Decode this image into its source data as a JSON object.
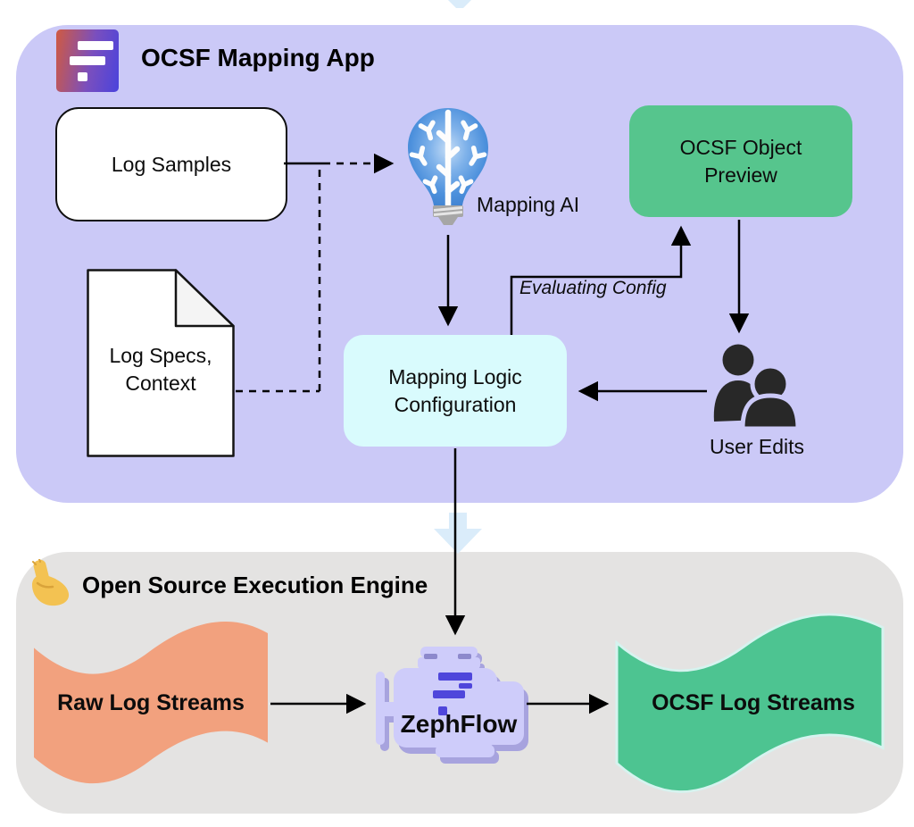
{
  "app": {
    "title": "OCSF Mapping App",
    "log_samples": "Log Samples",
    "mapping_ai": "Mapping AI",
    "preview_line1": "OCSF Object",
    "preview_line2": "Preview",
    "specs_line1": "Log Specs,",
    "specs_line2": "Context",
    "logic_line1": "Mapping Logic",
    "logic_line2": "Configuration",
    "user_edits": "User Edits",
    "evaluating": "Evaluating Config"
  },
  "engine": {
    "title": "Open Source Execution Engine",
    "raw_streams": "Raw Log Streams",
    "zephflow": "ZephFlow",
    "ocsf_streams": "OCSF Log Streams"
  },
  "colors": {
    "app_section_bg": "#CBC9F7",
    "engine_section_bg": "#E4E3E2",
    "preview_box_green": "#56C58D",
    "logic_box_cyan": "#D9FBFD",
    "raw_wave_orange": "#F2A17E",
    "ocsf_wave_green": "#4DC491",
    "engine_icon_lavender": "#CECCFA",
    "logo_accent_indigo": "#4F46DB",
    "bulb_blue": "#4C90DC",
    "arrow_black": "#000000",
    "watermark_blue": "#DAECFA"
  }
}
